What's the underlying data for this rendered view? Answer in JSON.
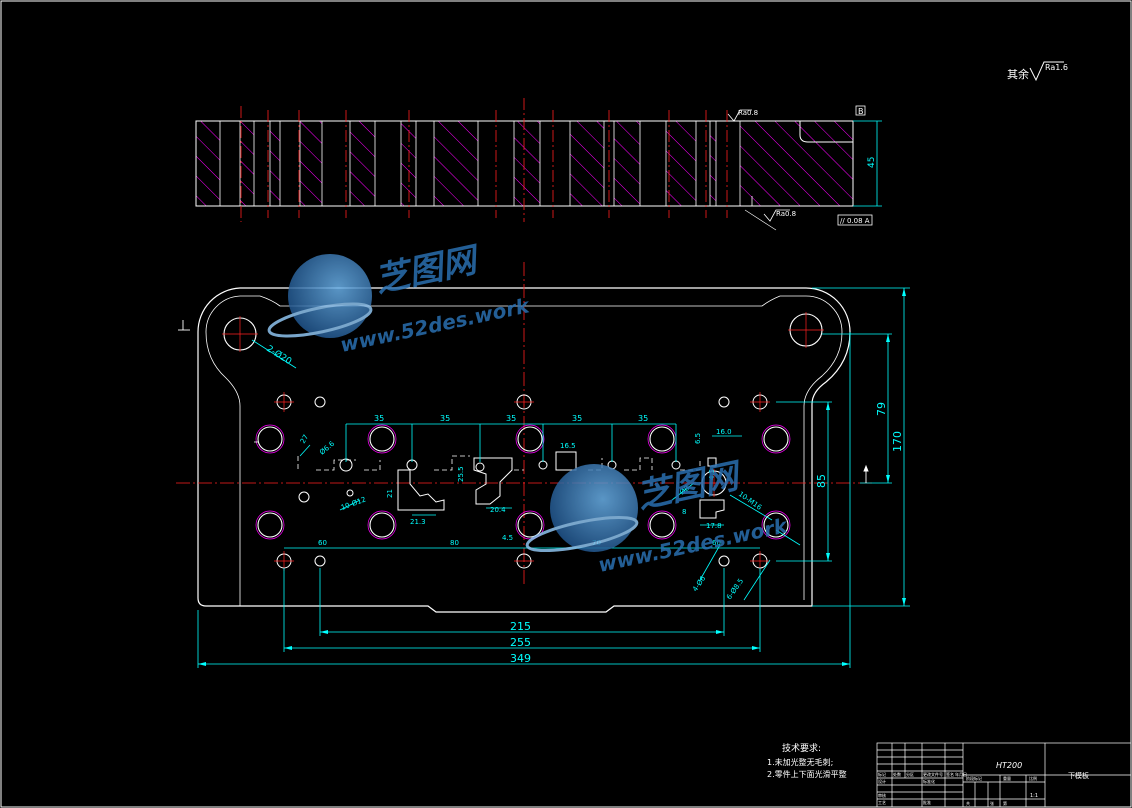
{
  "surface_roughness": {
    "label": "其余",
    "value": "Ra1.6"
  },
  "section_view": {
    "datum_label": "B",
    "top_roughness": "Ra0.8",
    "bottom_roughness": "Ra0.8",
    "thickness": "45",
    "parallelism": "// 0.08 A"
  },
  "plan_view": {
    "dims_bottom": [
      "215",
      "255",
      "349"
    ],
    "dims_right": [
      "79",
      "170",
      "85"
    ],
    "dims_top": [
      "35",
      "35",
      "35",
      "35",
      "35"
    ],
    "hole_callouts": [
      "2-Ø20",
      "Ø6.6",
      "10-Ø12",
      "10-M16",
      "4-Ø6",
      "6-Ø8.5",
      "Ø8"
    ],
    "small_dims": [
      "60",
      "80",
      "70",
      "60",
      "4.5",
      "21.3",
      "20.4",
      "16.5",
      "17.8",
      "16.0",
      "6.5",
      "4.5",
      "8",
      "27",
      "25.5",
      "21"
    ]
  },
  "watermark": {
    "brand": "芝图网",
    "url": "www.52des.work"
  },
  "notes": {
    "title": "技术要求:",
    "items": [
      "1.未加光整无毛刺;",
      "2.零件上下面光滑平整"
    ]
  },
  "title_block": {
    "material": "HT200",
    "drawing_name": "下模板",
    "cells": [
      "标记",
      "处数",
      "分区",
      "更改文件号",
      "签名",
      "年月日",
      "设计",
      "标准化",
      "阶段标记",
      "重量",
      "比例",
      "审核",
      "工艺",
      "批准",
      "共",
      "张",
      "第",
      "1:1"
    ]
  },
  "colors": {
    "outline": "#ffffff",
    "dimension": "#00ffff",
    "centerline": "#ff2020",
    "hatch": "#ff00ff",
    "watermark": "#2a6fb0"
  }
}
